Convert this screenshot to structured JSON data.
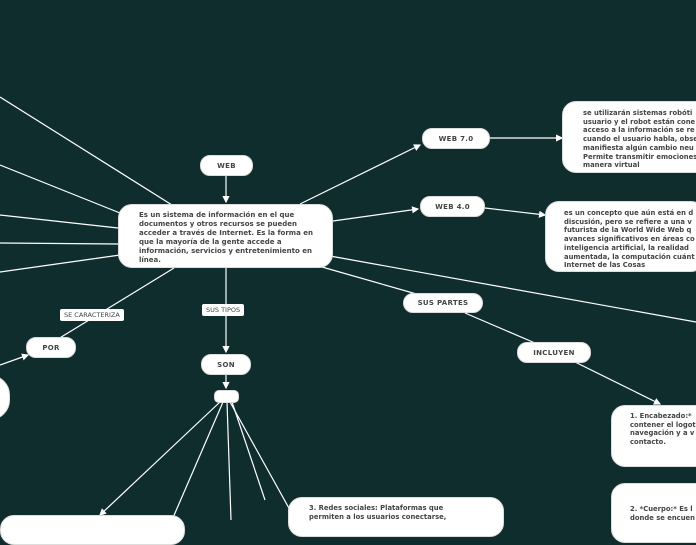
{
  "central": {
    "text": " Es un sistema de información en el que documentos y otros recursos se pueden acceder a través de Internet. Es la forma en que la mayoría de la gente accede a información, servicios y entretenimiento en línea."
  },
  "nodes": {
    "web": "WEB",
    "web70": "WEB 7.0",
    "web40": "WEB 4.0",
    "sus_partes": "SUS PARTES",
    "incluyen": "INCLUYEN",
    "son": "SON",
    "por": "POR"
  },
  "links": {
    "se_caracteriza": "SE CARACTERIZA",
    "sus_tipos": "SUS TIPOS"
  },
  "boxes": {
    "web70_desc": " se utilizarán sistemas robóti\nusuario y el robot están cone\nacceso a la información se re\ncuando el usuario habla, obse\nmanifiesta algún cambio neu\nPermite transmitir emociones\nmanera virtual",
    "web40_desc": "es un concepto que aún está en d\ndiscusión, pero se refiere a una v\nfuturista de la World Wide Web q\navances significativos en áreas co\ninteligencia artificial, la realidad\naumentada, la computación cuánt\nInternet de las Cosas",
    "encabezado": "1. Encabezado:*\ncontener el logot\nnavegación y a v\ncontacto.",
    "cuerpo": "2. *Cuerpo:* Es l\ndonde se encuen",
    "redes": "3. Redes sociales: Plataformas que\npermiten a los usuarios conectarse,"
  },
  "colors": {
    "background": "#0f2d2d",
    "node": "#ffffff",
    "text": "#444444",
    "line": "#ffffff"
  }
}
